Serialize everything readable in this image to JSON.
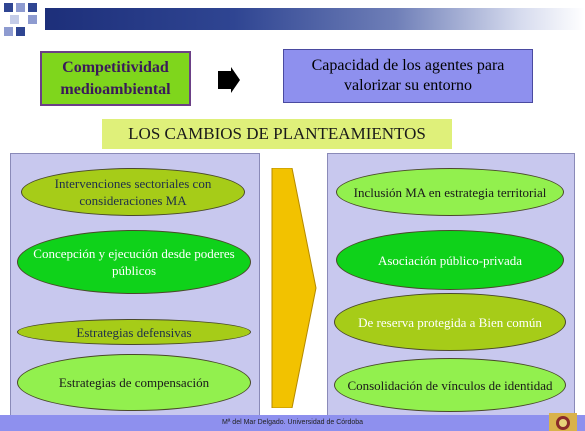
{
  "header": {
    "bar_color": "#2f4592"
  },
  "top": {
    "competitividad": "Competitividad medioambiental",
    "capacidad": "Capacidad de los agentes para valorizar su entorno",
    "arrow_icon": "arrow-right-icon"
  },
  "section_title": "LOS CAMBIOS DE PLANTEAMIENTOS",
  "left_items": [
    "Intervenciones sectoriales con consideraciones MA",
    "Concepción y ejecución desde poderes públicos",
    "Estrategias defensivas",
    "Estrategias de compensación"
  ],
  "right_items": [
    "Inclusión MA en estrategia territorial",
    "Asociación público-privada",
    "De reserva protegida a Bien común",
    "Consolidación de vínculos de identidad"
  ],
  "footer": {
    "text": "Mª del Mar Delgado. Universidad de Córdoba",
    "logo_icon": "university-seal-icon"
  },
  "colors": {
    "green_box": "#7fd61c",
    "purple_box": "#8e90ee",
    "panel": "#c8c8ee",
    "arrow": "#f2c200"
  }
}
